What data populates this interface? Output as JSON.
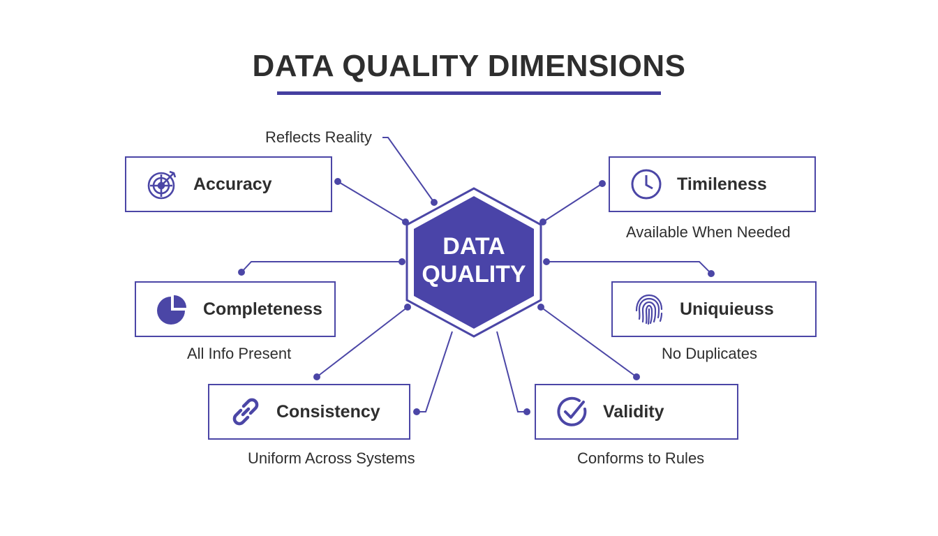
{
  "title": "DATA QUALITY DIMENSIONS",
  "hub": {
    "line1": "DATA",
    "line2": "QUALITY"
  },
  "dimensions": [
    {
      "label": "Accuracy",
      "caption": "Reflects Reality",
      "icon": "target-icon"
    },
    {
      "label": "Timileness",
      "caption": "Available When Needed",
      "icon": "clock-icon"
    },
    {
      "label": "Completeness",
      "caption": "All Info Present",
      "icon": "pie-chart-icon"
    },
    {
      "label": "Uniquieuss",
      "caption": "No Duplicates",
      "icon": "fingerprint-icon"
    },
    {
      "label": "Consistency",
      "caption": "Uniform Across Systems",
      "icon": "link-icon"
    },
    {
      "label": "Validity",
      "caption": "Conforms to Rules",
      "icon": "checkmark-circle-icon"
    }
  ],
  "colors": {
    "accent": "#4b46a6",
    "hub_fill": "#4a44a8",
    "text": "#2e2e2e"
  }
}
